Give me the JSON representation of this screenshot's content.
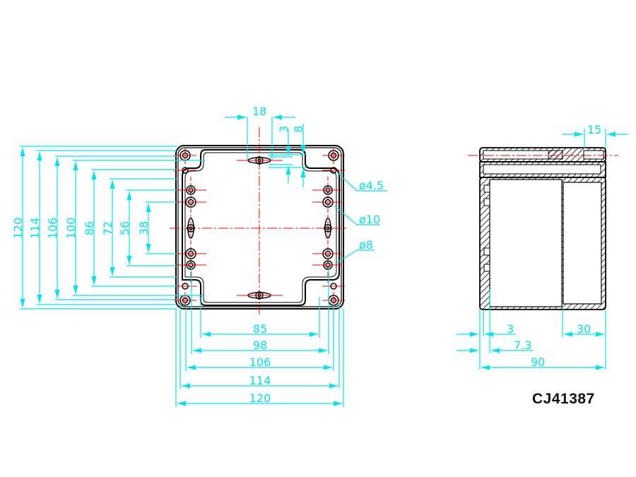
{
  "drawing": {
    "part_code": "CJ41387",
    "colors": {
      "dimension": "#00e5f0",
      "centerline": "#ff0000",
      "outline": "#000000",
      "background": "#ffffff"
    },
    "front_view": {
      "vertical_dims": [
        "120",
        "114",
        "106",
        "100",
        "86",
        "72",
        "56",
        "38"
      ],
      "horizontal_dims": [
        "85",
        "98",
        "106",
        "114",
        "120"
      ],
      "top_dims": {
        "slot_width": "18",
        "offset_a": "3",
        "offset_b": "8"
      },
      "hole_callouts": [
        "ø4.5",
        "ø10",
        "ø8"
      ]
    },
    "side_view": {
      "top_dim": "15",
      "bottom_dims": {
        "wall": "3",
        "inner": "7.3",
        "lid": "30",
        "depth": "90"
      }
    }
  }
}
